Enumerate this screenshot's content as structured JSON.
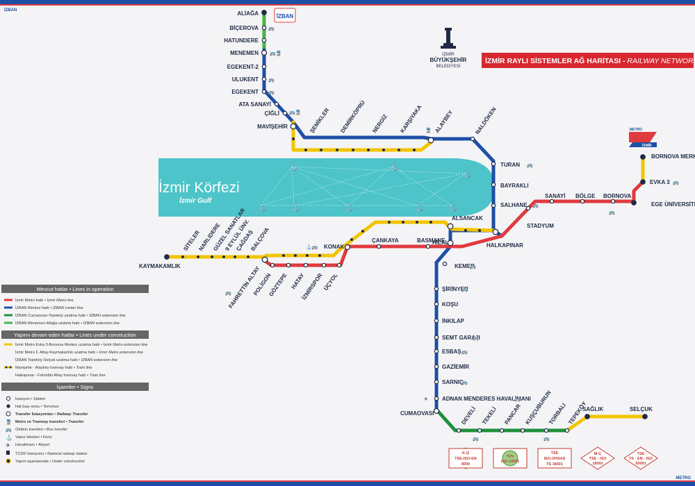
{
  "colors": {
    "red": "#e03a3e",
    "blue": "#1d4fa6",
    "green": "#1f8f3a",
    "lightgreen": "#47b447",
    "yellow": "#f2c500",
    "gulf": "#4cc4c9",
    "navy": "#1f2a44",
    "title_red": "#d7282f",
    "legend_gray": "#666666"
  },
  "brand": {
    "izban_logo": "İZBAN",
    "top_left": "İZBAN",
    "bottom_right": "METRO",
    "metro_logo": "METRO",
    "metro_izban": "İZMİR"
  },
  "municipality": {
    "line1": "İZMİR",
    "line2": "BÜYÜKŞEHİR",
    "line3": "BELEDİYESİ"
  },
  "title": {
    "tr": "İZMİR RAYLI SİSTEMLER AĞ HARİTASI",
    "sep": " - ",
    "en": "RAILWAY NETWORK MAP"
  },
  "gulf": {
    "name": "İzmir Körfezi",
    "name_en": "İzmir Gulf"
  },
  "stations": {
    "izban_north": [
      "ALİAĞA",
      "BİÇEROVA",
      "HATUNDERE",
      "MENEMEN",
      "EGEKENT-2",
      "ULUKENT",
      "EGEKENT",
      "ATA SANAYİ",
      "ÇİĞLİ",
      "MAVİŞEHİR"
    ],
    "tram_north": [
      "ŞEMİKLER",
      "DEMİRKÖPRÜ",
      "NERGİZ",
      "KARŞIYAKA",
      "ALAYBEY",
      "NALDÖKEN"
    ],
    "izban_mid": [
      "TURAN",
      "BAYRAKLI",
      "SALHANE",
      "HALKAPINAR",
      "ALSANCAK",
      "HİLAL",
      "KEMER"
    ],
    "metro_east": [
      "STADYUM",
      "SANAYİ",
      "BÖLGE",
      "BORNOVA",
      "EGE ÜNİVERSİTESİ",
      "EVKA 3",
      "BORNOVA MERKEZ"
    ],
    "metro_west": [
      "BASMANE",
      "ÇANKAYA",
      "KONAK",
      "ÜÇYOL",
      "İZMİRSPOR",
      "HATAY",
      "GÖZTEPE",
      "POLİGON",
      "FAHRETTİN ALTAY"
    ],
    "tram_west": [
      "BALÇOVA",
      "ÇAĞDAŞ",
      "9 EYLÜL ÜNV.",
      "GÜZEL SANATLAR",
      "NARLIDERE",
      "SİTELER",
      "KAYMAKAMLIK"
    ],
    "izban_south": [
      "ŞİRİNYER",
      "KOŞU",
      "İNKILAP",
      "SEMT GARAJI",
      "ESBAŞ",
      "GAZİEMİR",
      "SARNIÇ",
      "ADNAN MENDERES HAVALİMANI",
      "CUMAOVASI"
    ],
    "izban_southeast": [
      "DEVELİ",
      "TEKELİ",
      "PANCAR",
      "KUŞÇUBURUN",
      "TORBALI",
      "TEPEKÖY",
      "SAĞLIK",
      "SELÇUK"
    ]
  },
  "legend": {
    "section1": "Mevcut hatlar • Lines in operation",
    "lines_operation": [
      {
        "tr": "İzmir Metro hattı",
        "en": "İzmir Metro line",
        "color": "#e03a3e"
      },
      {
        "tr": "İZBAN Merkez hattı",
        "en": "İZBAN center line",
        "color": "#1d4fa6"
      },
      {
        "tr": "İZBAN Cumaovası-Tepeköy uzatma hattı",
        "en": "İZBAN extension line",
        "color": "#1f8f3a"
      },
      {
        "tr": "İZBAN Menemen-Aliağa uzatma hattı",
        "en": "İZBAN extension line",
        "color": "#47b447"
      }
    ],
    "section2": "Yapımı devam eden hatlar • Lines under construction",
    "lines_construction": [
      {
        "tr": "İzmir Metro Evka 3-Bornova Merkez uzatma hattı",
        "en": "İzmir Metro extension line",
        "color": "#f2c500"
      },
      {
        "tr": "İzmir Metro F. Altay-Kaymakamlık uzatma hattı",
        "en": "İzmir Metro extension line",
        "color": "#f2c500"
      },
      {
        "tr": "İZBAN Tepeköy-Selçuk uzatma hattı",
        "en": "İZBAN extension line",
        "color": "#f2c500"
      },
      {
        "tr": "Mavişehir - Alaybey tramvay hattı",
        "en": "Tram line",
        "color": "#f2c500"
      },
      {
        "tr": "Halkapınar - Fahrettin Altay tramvay hattı",
        "en": "Tram line",
        "color": "#f2c500"
      }
    ],
    "section3": "İşaretler • Signs",
    "signs": [
      {
        "tr": "İstasyon",
        "en": "Station"
      },
      {
        "tr": "Hat başı-sonu",
        "en": "Terminus"
      },
      {
        "tr": "Transfer İstasyonları",
        "en": "Railway Transfer"
      },
      {
        "tr": "Metro ve Tramvay transferi",
        "en": "Transfer"
      },
      {
        "tr": "Otobüs transferi",
        "en": "Bus transfer"
      },
      {
        "tr": "Vapur İskelesi",
        "en": "Ferry"
      },
      {
        "tr": "Havalimanı",
        "en": "Airport"
      },
      {
        "tr": "TCDD İstasyonu",
        "en": "National railway station"
      },
      {
        "tr": "Yapım aşamasında",
        "en": "Under construction"
      }
    ]
  },
  "certs": [
    {
      "l1": "K-Q",
      "l2": "TSE-ISO-EN",
      "l3": "9000"
    },
    {
      "l1": "TÜV",
      "l2": "ISO 14001",
      "l3": ""
    },
    {
      "l1": "TSE",
      "l2": "ISO-OHSAS",
      "l3": "TS 18001"
    },
    {
      "l1": "M-Ç",
      "l2": "TSE - ISO",
      "l3": "18002"
    },
    {
      "l1": "TSE",
      "l2": "TS - EN - ISO",
      "l3": "50001"
    }
  ]
}
